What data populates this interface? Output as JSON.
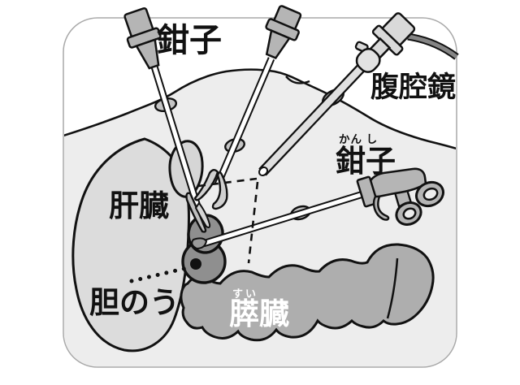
{
  "labels": {
    "forceps_top": "鉗子",
    "laparoscope": "腹腔鏡",
    "forceps_right": "鉗子",
    "forceps_right_furigana": "かん し",
    "liver": "肝臓",
    "gallbladder": "胆のう",
    "pancreas": "膵臓",
    "pancreas_furigana": "すい"
  },
  "colors": {
    "abdomen": "#ededed",
    "liver": "#dcdcdc",
    "liver_bump": "#d6d6d6",
    "gallbladder": "#8f8f8f",
    "pancreas": "#aeaeae",
    "instrument_handle": "#b5b5b5",
    "scope_body": "#d9d9d9",
    "port": "#c4c4c4",
    "outline": "#111111",
    "frame_border": "#a9a9a9",
    "label_dark": "#111111",
    "label_light": "#ffffff",
    "cable": "#858585"
  }
}
